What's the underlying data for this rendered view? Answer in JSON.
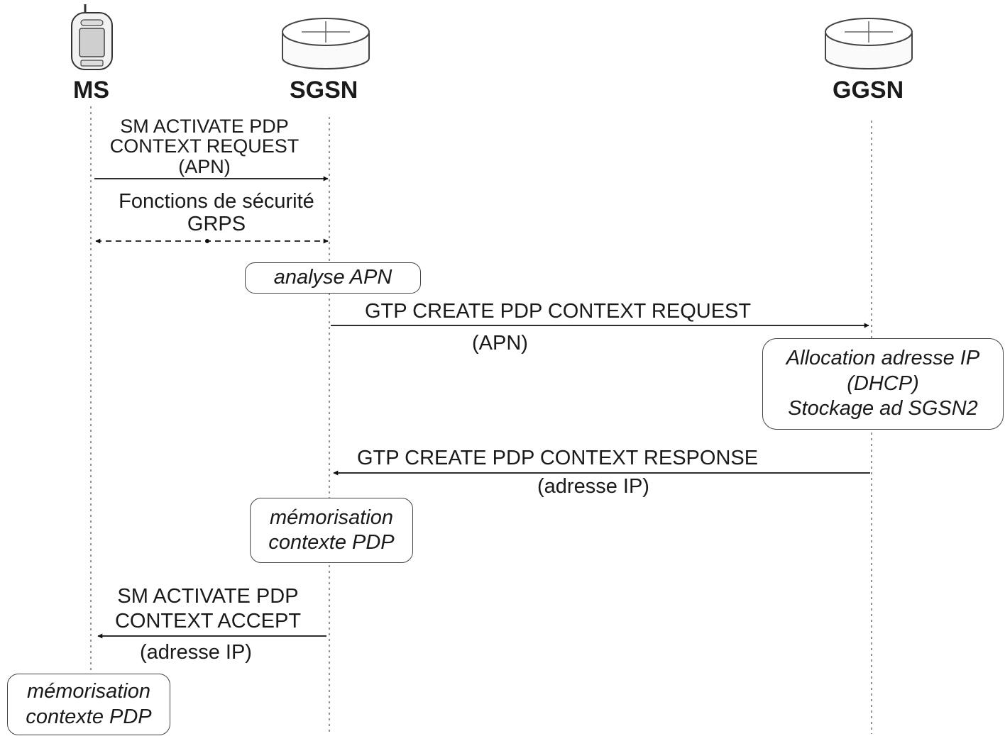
{
  "entities": {
    "ms": "MS",
    "sgsn": "SGSN",
    "ggsn": "GGSN"
  },
  "messages": {
    "activate_request": [
      "SM  ACTIVATE PDP",
      "CONTEXT REQUEST",
      "(APN)"
    ],
    "security": [
      "Fonctions de sécurité",
      "GRPS"
    ],
    "gtp_create_request": "GTP CREATE PDP CONTEXT REQUEST",
    "gtp_create_request_param": "(APN)",
    "gtp_create_response": "GTP CREATE PDP CONTEXT RESPONSE",
    "gtp_create_response_param": "(adresse IP)",
    "activate_accept": [
      "SM  ACTIVATE PDP",
      "CONTEXT ACCEPT"
    ],
    "activate_accept_param": "(adresse IP)"
  },
  "notes": {
    "analyse_apn": "analyse APN",
    "allocation": [
      "Allocation adresse IP",
      "(DHCP)",
      "Stockage ad SGSN2"
    ],
    "sgsn_memorisation": [
      "mémorisation",
      "contexte PDP"
    ],
    "ms_memorisation": [
      "mémorisation",
      "contexte PDP"
    ]
  },
  "icons": [
    "mobile-phone-icon",
    "router-icon",
    "router-icon"
  ]
}
